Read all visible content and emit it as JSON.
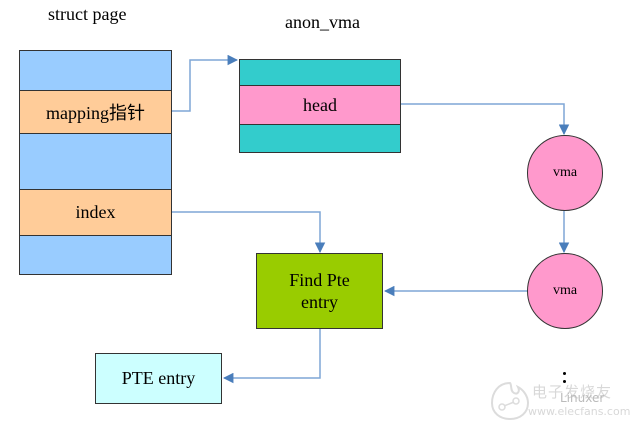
{
  "struct_page": {
    "title": "struct page",
    "fields": [
      {
        "label": "",
        "color": "#99ccff"
      },
      {
        "label": "mapping指针",
        "color": "#ffcc99"
      },
      {
        "label": "",
        "color": "#99ccff"
      },
      {
        "label": "index",
        "color": "#ffcc99"
      },
      {
        "label": "",
        "color": "#99ccff"
      }
    ]
  },
  "anon_vma": {
    "title": "anon_vma",
    "fields": [
      {
        "label": "",
        "color": "#33cccc"
      },
      {
        "label": "head",
        "color": "#ff99cc"
      },
      {
        "label": "",
        "color": "#33cccc"
      }
    ]
  },
  "vma_nodes": [
    {
      "label": "vma",
      "color": "#ff99cc"
    },
    {
      "label": "vma",
      "color": "#ff99cc"
    }
  ],
  "find_pte": {
    "label_line1": "Find Pte",
    "label_line2": "entry",
    "color": "#99cc00"
  },
  "pte_entry": {
    "label": "PTE entry",
    "color": "#ccffff"
  },
  "continuation": "⋮",
  "arrow_color": "#4a7ebb",
  "watermark": {
    "chinese": "电子发烧友",
    "brand": "Linuxer",
    "url": "www.elecfans.com"
  }
}
